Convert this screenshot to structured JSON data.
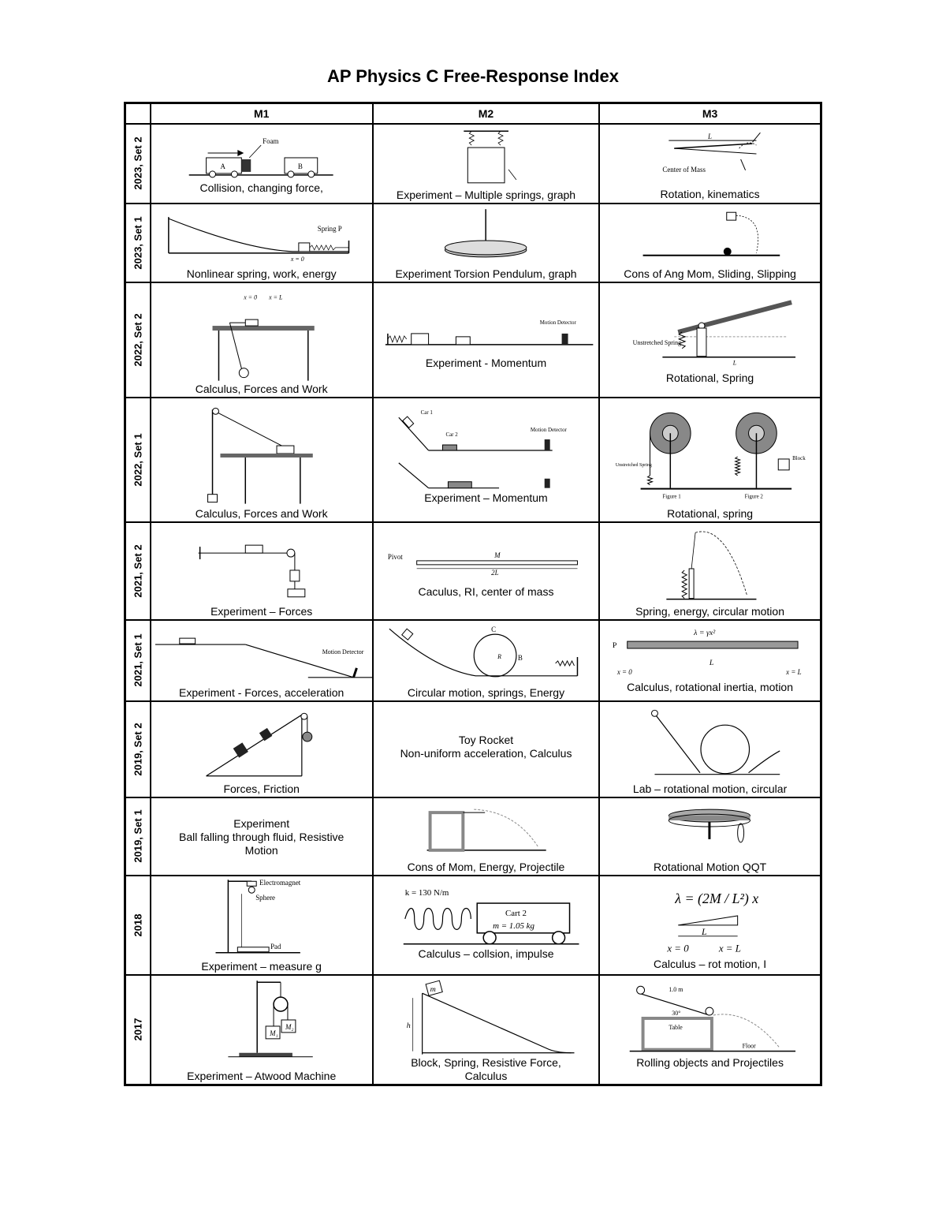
{
  "title": "AP Physics C Free-Response Index",
  "columns": [
    "",
    "M1",
    "M2",
    "M3"
  ],
  "rows": [
    {
      "year": "2023, Set 2",
      "m1": [
        "Collision, changing force,"
      ],
      "m2": [
        "Experiment – Multiple springs, graph"
      ],
      "m3": [
        "Rotation, kinematics"
      ]
    },
    {
      "year": "2023, Set 1",
      "m1": [
        "Nonlinear spring, work, energy"
      ],
      "m2": [
        "Experiment Torsion Pendulum, graph"
      ],
      "m3": [
        "Cons of Ang Mom, Sliding, Slipping"
      ]
    },
    {
      "year": "2022, Set 2",
      "m1": [
        "Calculus, Forces and Work"
      ],
      "m2": [
        "Experiment - Momentum"
      ],
      "m3": [
        "Rotational, Spring"
      ]
    },
    {
      "year": "2022, Set 1",
      "m1": [
        "Calculus, Forces and Work"
      ],
      "m2": [
        "Experiment – Momentum"
      ],
      "m3": [
        "Rotational, spring"
      ]
    },
    {
      "year": "2021, Set 2",
      "m1": [
        "Experiment – Forces"
      ],
      "m2": [
        "Caculus, RI, center of mass"
      ],
      "m3": [
        "Spring, energy, circular motion"
      ]
    },
    {
      "year": "2021, Set 1",
      "m1": [
        "Experiment - Forces, acceleration"
      ],
      "m2": [
        "Circular motion, springs, Energy"
      ],
      "m3": [
        "Calculus, rotational inertia, motion"
      ]
    },
    {
      "year": "2019, Set 2",
      "m1": [
        "Forces, Friction"
      ],
      "m2": [
        "Toy Rocket",
        "Non-uniform acceleration, Calculus"
      ],
      "m3": [
        "Lab – rotational motion, circular"
      ]
    },
    {
      "year": "2019, Set 1",
      "m1": [
        "Experiment",
        "Ball falling through fluid, Resistive",
        "Motion"
      ],
      "m2": [
        "Cons of Mom, Energy, Projectile"
      ],
      "m3": [
        "Rotational Motion QQT"
      ]
    },
    {
      "year": "2018",
      "m1": [
        "Experiment – measure g"
      ],
      "m2": [
        "Calculus – collsion, impulse"
      ],
      "m3": [
        "Calculus – rot motion, I"
      ]
    },
    {
      "year": "2017",
      "m1": [
        "Experiment – Atwood Machine"
      ],
      "m2": [
        "Block, Spring, Resistive Force,",
        "Calculus"
      ],
      "m3": [
        "Rolling objects and Projectiles"
      ]
    }
  ],
  "figure_labels": {
    "foam": "Foam",
    "block_a": "A",
    "block_b": "B",
    "center_of_mass": "Center of Mass",
    "len_l": "L",
    "spring_p": "Spring P",
    "x_zero": "x = 0",
    "x_l": "x = L",
    "motion_detector": "Motion Detector",
    "unstretched_spring": "Unstretched Spring",
    "car1": "Car 1",
    "car2": "Car 2",
    "block": "Block",
    "figure1": "Figure 1",
    "figure2": "Figure 2",
    "pivot": "Pivot",
    "mass_m": "M",
    "two_l": "2L",
    "lambda_gamma": "λ = γx²",
    "point_p": "P",
    "point_c": "C",
    "point_r": "R",
    "point_b": "B",
    "electromagnet": "Electromagnet",
    "sphere": "Sphere",
    "pad": "Pad",
    "spring_k": "k = 130 N/m",
    "cart2": "Cart 2",
    "mass_cart": "m = 1.05 kg",
    "lambda_formula": "λ = (2M / L²) x",
    "mass_m_lower": "m",
    "height_h": "h",
    "m1_label": "M₁",
    "m2_label": "M₂",
    "dist_1m": "1.0 m",
    "angle_30": "30°",
    "table": "Table",
    "floor": "Floor"
  }
}
